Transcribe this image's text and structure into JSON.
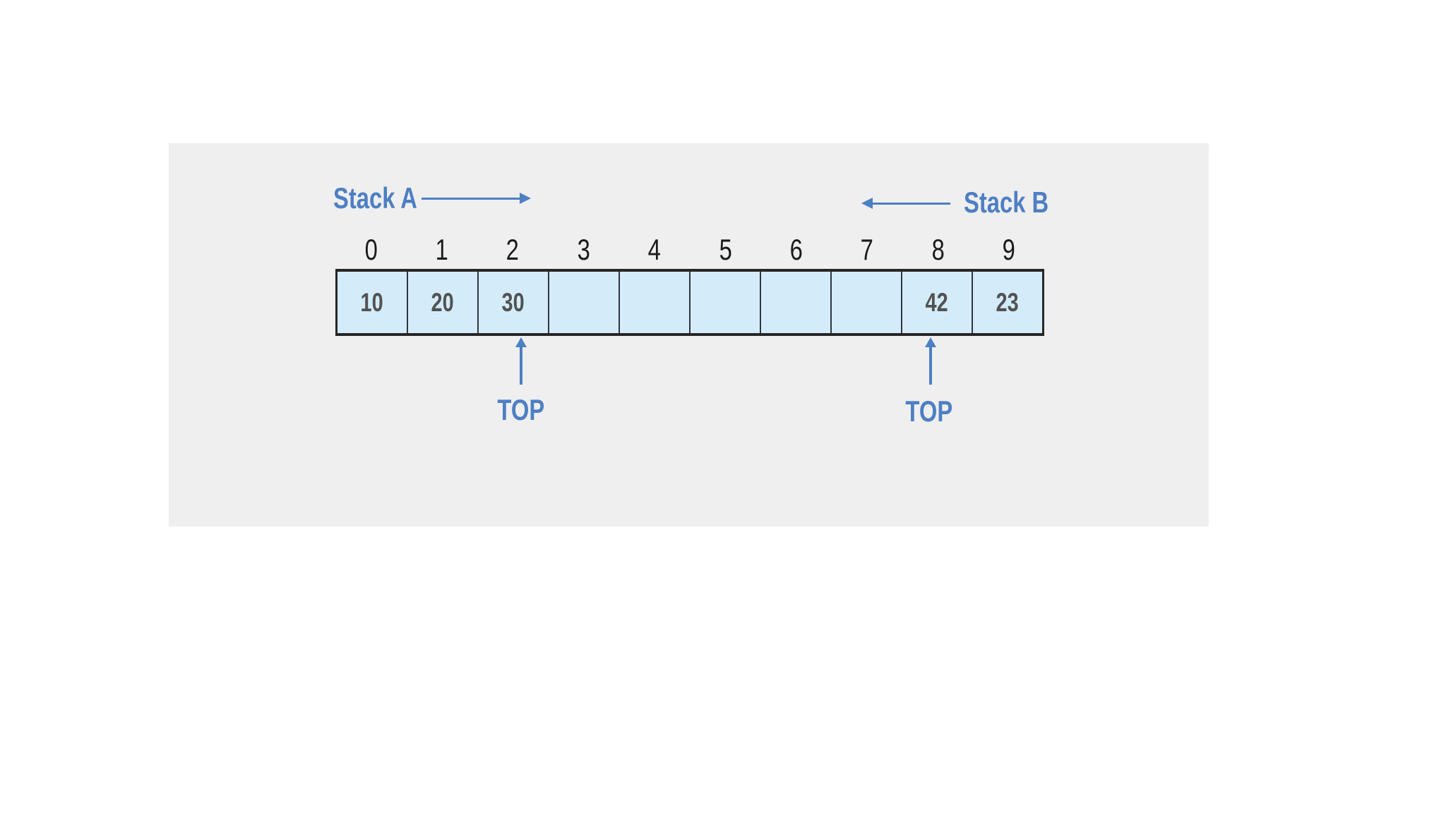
{
  "stack_a": {
    "label": "Stack A",
    "direction": "right"
  },
  "stack_b": {
    "label": "Stack B",
    "direction": "left"
  },
  "array": {
    "indices": [
      "0",
      "1",
      "2",
      "3",
      "4",
      "5",
      "6",
      "7",
      "8",
      "9"
    ],
    "cells": [
      "10",
      "20",
      "30",
      "",
      "",
      "",
      "",
      "",
      "42",
      "23"
    ]
  },
  "pointers": {
    "top_a": {
      "label": "TOP",
      "points_to_index": "2"
    },
    "top_b": {
      "label": "TOP",
      "points_to_index": "8"
    }
  },
  "colors": {
    "accent_blue": "#4d7fc3",
    "panel_background": "#efefef",
    "cell_fill": "#d4ecfa",
    "cell_border": "#262626",
    "value_text": "#525252",
    "index_text": "#1b1b1b"
  }
}
